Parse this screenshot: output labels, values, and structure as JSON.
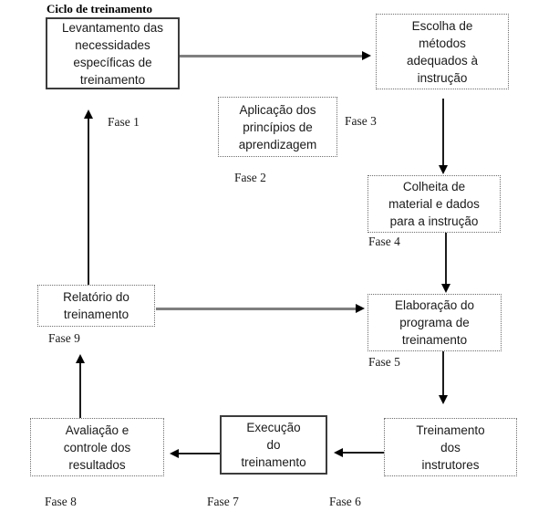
{
  "diagram": {
    "title": "Ciclo de treinamento",
    "boxes": {
      "levantamento": {
        "text": "Levantamento das\nnecessidades\nespecíficas de\ntreinamento",
        "border": "solid"
      },
      "escolha": {
        "text": "Escolha de\nmétodos\nadequados à\ninstrução",
        "border": "dotted"
      },
      "aplicacao": {
        "text": "Aplicação dos\nprincípios de\naprendizagem",
        "border": "dotted"
      },
      "colheita": {
        "text": "Colheita de\nmaterial e dados\npara a instrução",
        "border": "dotted"
      },
      "elaboracao": {
        "text": "Elaboração do\nprograma de\ntreinamento",
        "border": "dotted"
      },
      "treinamento_instrutores": {
        "text": "Treinamento\ndos\ninstrutores",
        "border": "dotted"
      },
      "execucao": {
        "text": "Execução\ndo\ntreinamento",
        "border": "solid"
      },
      "avaliacao": {
        "text": "Avaliação e\ncontrole dos\nresultados",
        "border": "dotted"
      },
      "relatorio": {
        "text": "Relatório do\ntreinamento",
        "border": "dotted"
      }
    },
    "labels": {
      "fase1": "Fase 1",
      "fase2": "Fase 2",
      "fase3": "Fase 3",
      "fase4": "Fase 4",
      "fase5": "Fase 5",
      "fase6": "Fase 6",
      "fase7": "Fase 7",
      "fase8": "Fase 8",
      "fase9": "Fase 9"
    },
    "colors": {
      "horizontal_arrow": "#7f7f7f",
      "vertical_arrow": "#1c1c1c",
      "arrowhead": "#000000",
      "solid_border": "#3c3c3c",
      "dotted_border": "#6e6e6e",
      "text": "#1a1a1a",
      "background": "#ffffff"
    }
  }
}
